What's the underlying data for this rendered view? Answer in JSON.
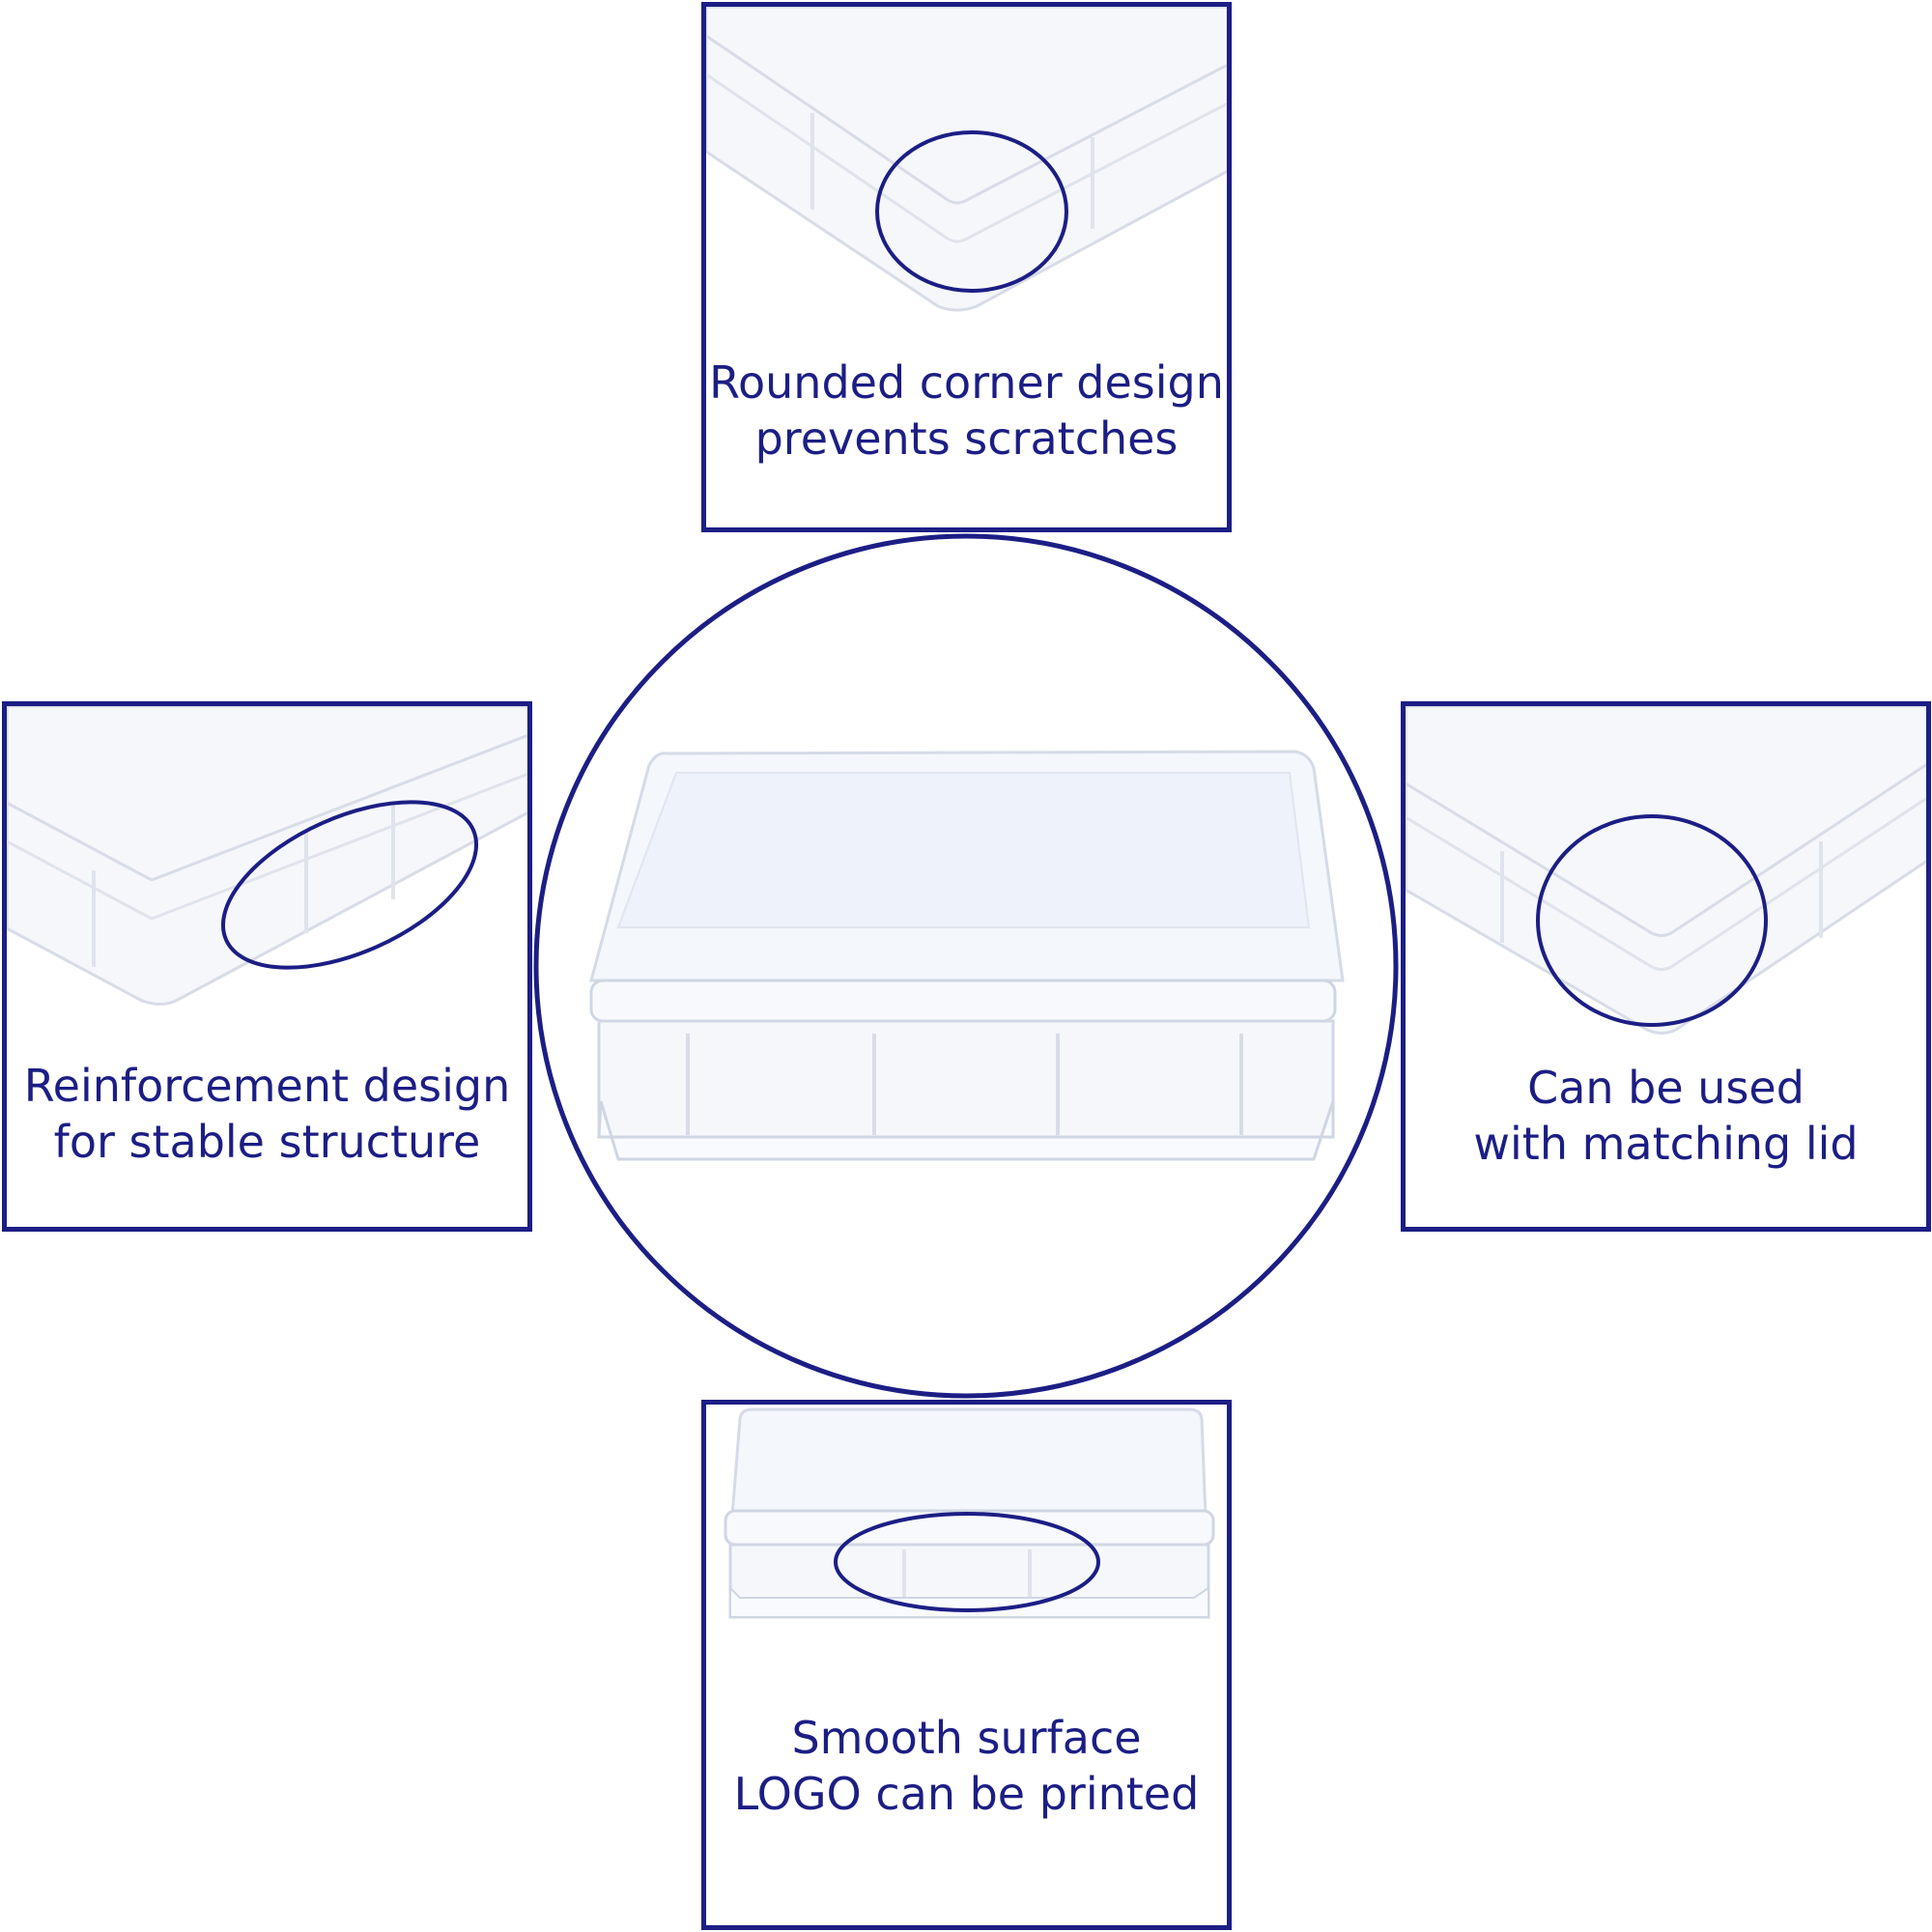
{
  "accent_color": "#1c1e85",
  "features": {
    "top": {
      "line1": "Rounded corner design",
      "line2": "prevents scratches",
      "image": "crate-corner-closeup"
    },
    "left": {
      "line1": "Reinforcement design",
      "line2": "for stable structure",
      "image": "crate-side-ribs-closeup"
    },
    "right": {
      "line1": "Can be used",
      "line2": "with matching lid",
      "image": "crate-rim-closeup"
    },
    "bottom": {
      "line1": "Smooth surface",
      "line2": "LOGO can be printed",
      "image": "crate-side-panel-closeup"
    }
  },
  "center": {
    "image": "white-plastic-crate"
  }
}
